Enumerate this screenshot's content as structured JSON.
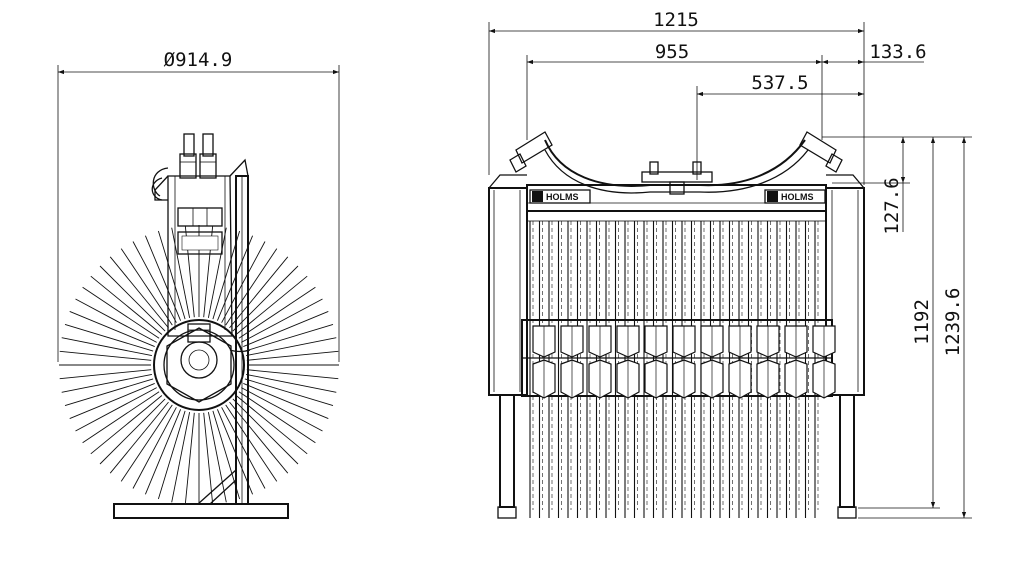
{
  "dimensions": {
    "side_diameter": "Ø914.9",
    "total_width": "1215",
    "inner_width": "955",
    "half_width": "537.5",
    "side_offset": "133.6",
    "top_height": "127.6",
    "frame_height": "1192",
    "total_height": "1239.6"
  },
  "logos": {
    "left": "HOLMS",
    "right": "HOLMS"
  },
  "colors": {
    "line": "#111111",
    "background": "#ffffff"
  }
}
